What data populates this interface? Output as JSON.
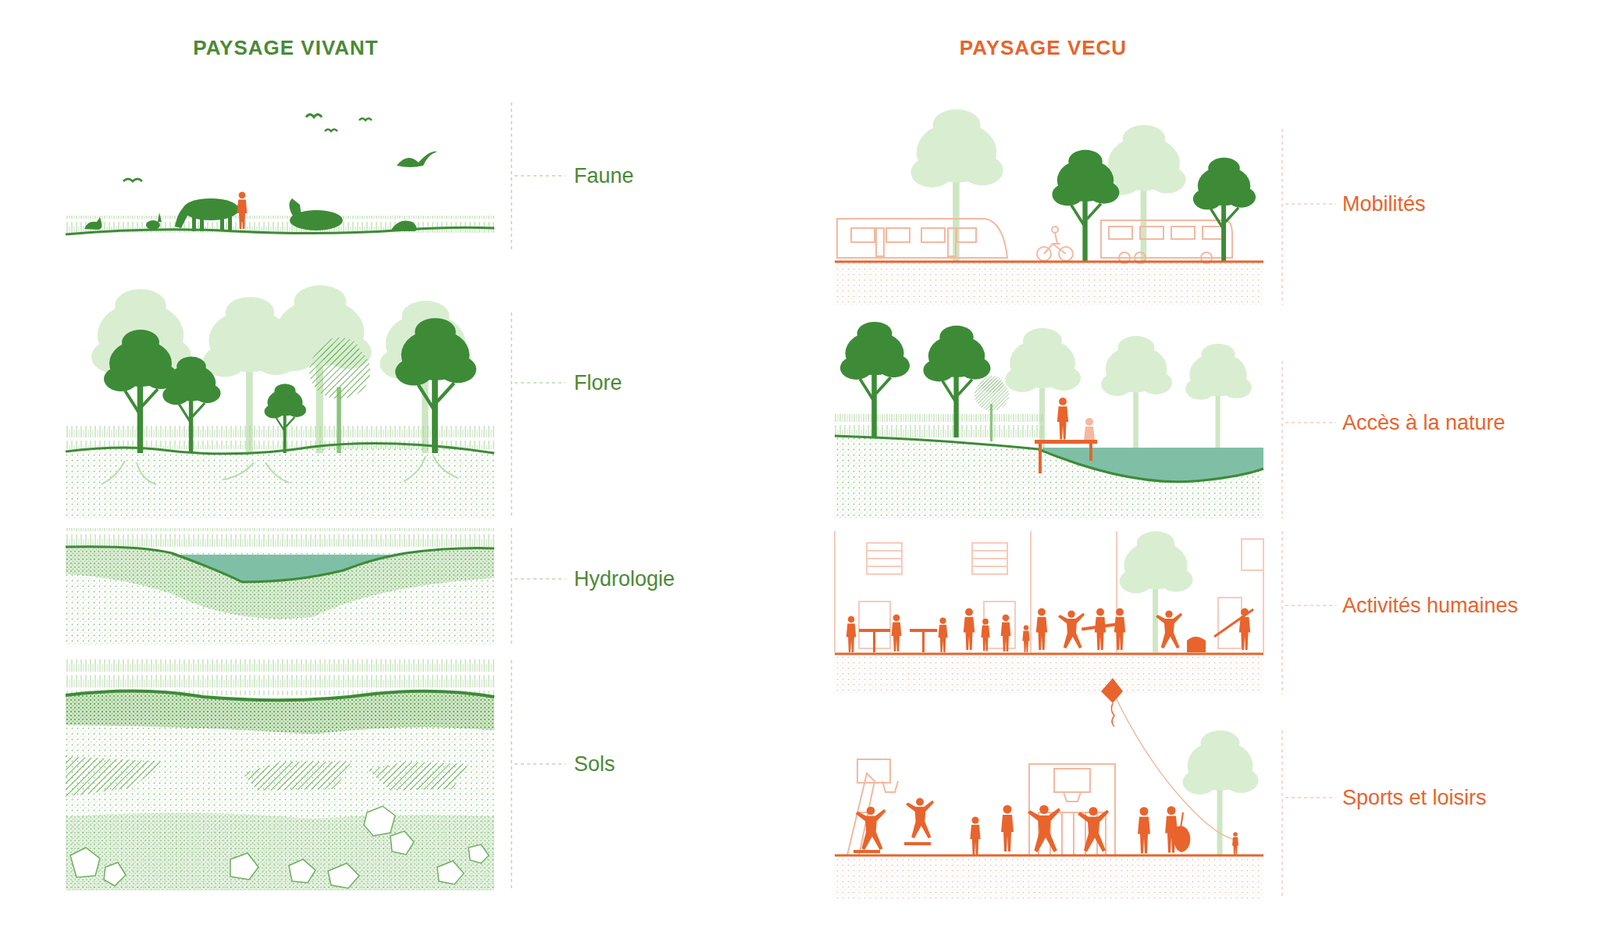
{
  "diagram": {
    "labels": [
      "PAYSAGE VIVANT",
      "PAYSAGE VECU",
      "Faune",
      "Flore",
      "Hydrologie",
      "Sols",
      "Mobilités",
      "Accès à la nature",
      "Activités humaines",
      "Sports et loisirs"
    ]
  }
}
